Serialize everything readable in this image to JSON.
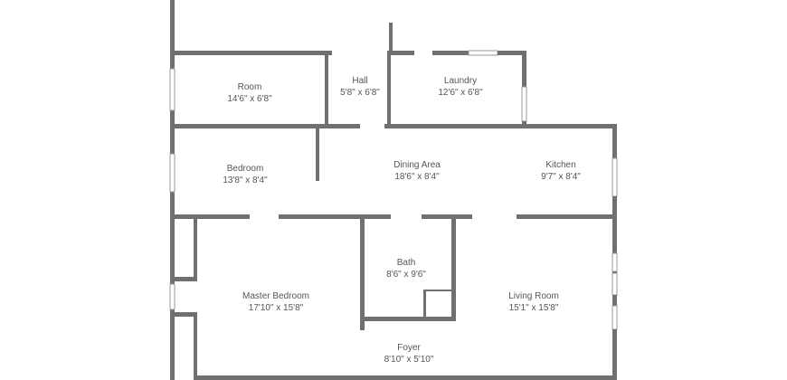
{
  "floor_plan": {
    "colors": {
      "wall": "#707070",
      "window": "#9a9a9a",
      "label": "#555555",
      "background": "#ffffff"
    },
    "rooms": [
      {
        "id": "room",
        "name": "Room",
        "dimensions": "14'6\" x 6'8\""
      },
      {
        "id": "hall",
        "name": "Hall",
        "dimensions": "5'8\" x 6'8\""
      },
      {
        "id": "laundry",
        "name": "Laundry",
        "dimensions": "12'6\" x 6'8\""
      },
      {
        "id": "bedroom",
        "name": "Bedroom",
        "dimensions": "13'8\" x 8'4\""
      },
      {
        "id": "dining-area",
        "name": "Dining Area",
        "dimensions": "18'6\" x 8'4\""
      },
      {
        "id": "kitchen",
        "name": "Kitchen",
        "dimensions": "9'7\" x 8'4\""
      },
      {
        "id": "bath",
        "name": "Bath",
        "dimensions": "8'6\" x 9'6\""
      },
      {
        "id": "master-bedroom",
        "name": "Master Bedroom",
        "dimensions": "17'10\" x 15'8\""
      },
      {
        "id": "living-room",
        "name": "Living Room",
        "dimensions": "15'1\" x 15'8\""
      },
      {
        "id": "foyer",
        "name": "Foyer",
        "dimensions": "8'10\" x 5'10\""
      }
    ]
  }
}
